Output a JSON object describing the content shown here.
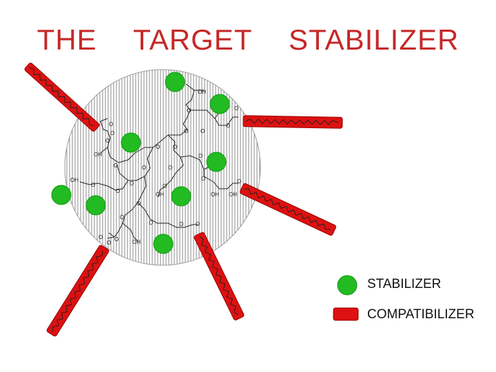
{
  "title": "THE  TARGET  STABILIZER",
  "colors": {
    "title": "#c62828",
    "stabilizer": "#22bb22",
    "stabilizer_stroke": "#119911",
    "compatibilizer": "#dd1111",
    "compatibilizer_stroke": "#990000",
    "particle_hatch": "#888888",
    "particle_outline": "#555555",
    "molecule_ink": "#222222",
    "hydroxyl_label": "#222222",
    "oxygen_label": "#222222"
  },
  "particle": {
    "description_icon": "hatched-circle",
    "hydroxyl_label": "OH",
    "oxygen_label": "O"
  },
  "legend": {
    "stabilizer_label": "STABILIZER",
    "compatibilizer_label": "COMPATIBILIZER"
  },
  "counts": {
    "stabilizers": 8,
    "compatibilizers": 5
  }
}
